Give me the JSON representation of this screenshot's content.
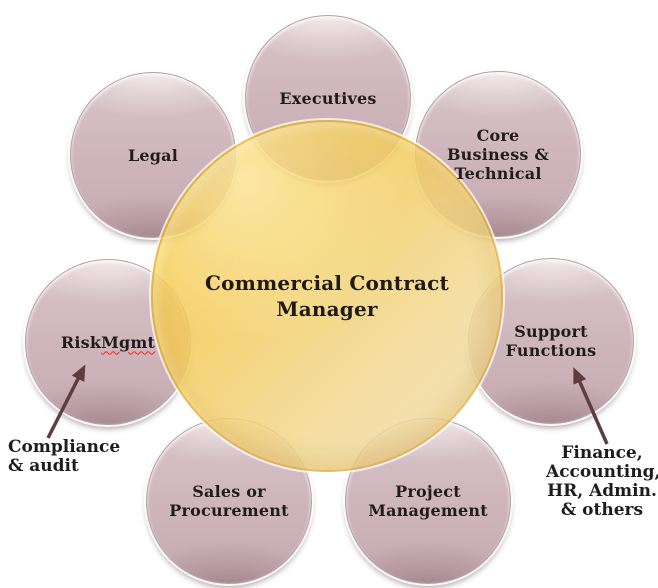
{
  "diagram": {
    "center": {
      "label": "Commercial Contract\nManager"
    },
    "satellites": {
      "executives": {
        "label": "Executives"
      },
      "legal": {
        "label": "Legal"
      },
      "core": {
        "label": "Core\nBusiness &\nTechnical"
      },
      "risk": {
        "line1": "Risk",
        "line2": "Mgmt",
        "spellcheck_underline": true
      },
      "support": {
        "label": "Support\nFunctions"
      },
      "sales": {
        "label": "Sales or\nProcurement"
      },
      "project": {
        "label": "Project\nManagement"
      }
    },
    "annotations": {
      "compliance": {
        "label": "Compliance\n& audit",
        "points_to": "Risk Mgmt"
      },
      "finance": {
        "label": "Finance,\nAccounting,\nHR, Admin.\n& others",
        "points_to": "Support Functions"
      }
    },
    "colors": {
      "background": "#ffffff",
      "center_gold_top": "#f4c02c",
      "center_gold_bottom": "#f1e2ba",
      "satellite_mauve_light": "#d9c6ca",
      "satellite_mauve": "#cfb7bd",
      "satellite_mauve_dark": "#c6a9b1",
      "arrow": "#5d3e40",
      "label_text": "#211c1c",
      "spellcheck_squiggle": "#ff1f13"
    }
  }
}
